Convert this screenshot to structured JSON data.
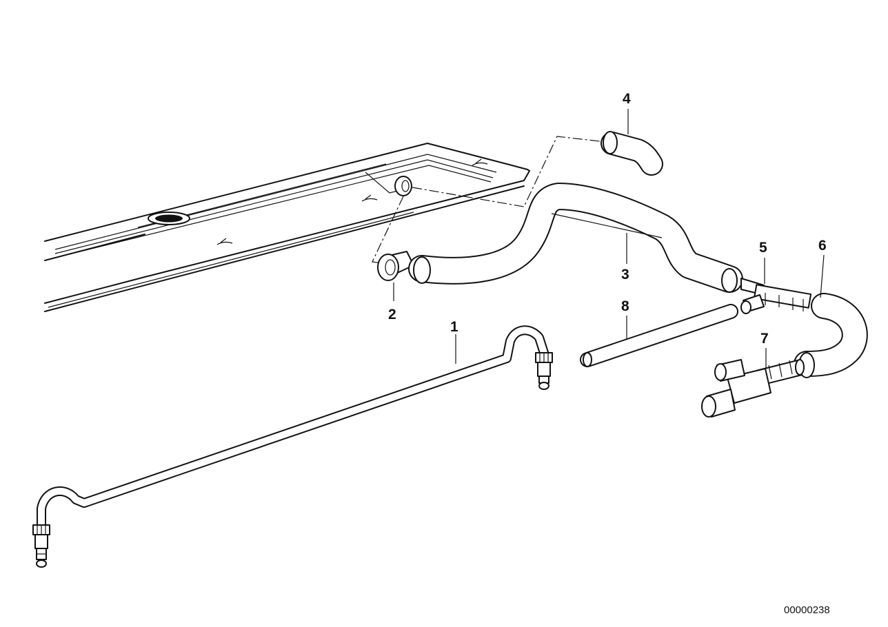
{
  "diagram": {
    "callouts": [
      {
        "id": "1",
        "label": "1"
      },
      {
        "id": "2",
        "label": "2"
      },
      {
        "id": "3",
        "label": "3"
      },
      {
        "id": "4",
        "label": "4"
      },
      {
        "id": "5",
        "label": "5"
      },
      {
        "id": "6",
        "label": "6"
      },
      {
        "id": "7",
        "label": "7"
      },
      {
        "id": "8",
        "label": "8"
      }
    ],
    "drawing_number": "00000238"
  }
}
